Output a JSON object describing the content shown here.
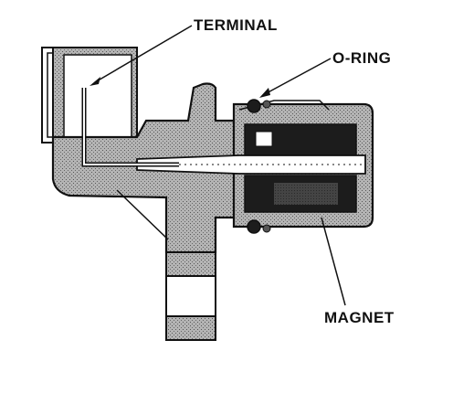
{
  "labels": {
    "terminal": "TERMINAL",
    "oring": "O-RING",
    "magnet": "MAGNET"
  },
  "colors": {
    "body_shading": "#a9a9a9",
    "dark_parts": "#1c1c1c",
    "outline": "#111111",
    "background": "#ffffff"
  }
}
